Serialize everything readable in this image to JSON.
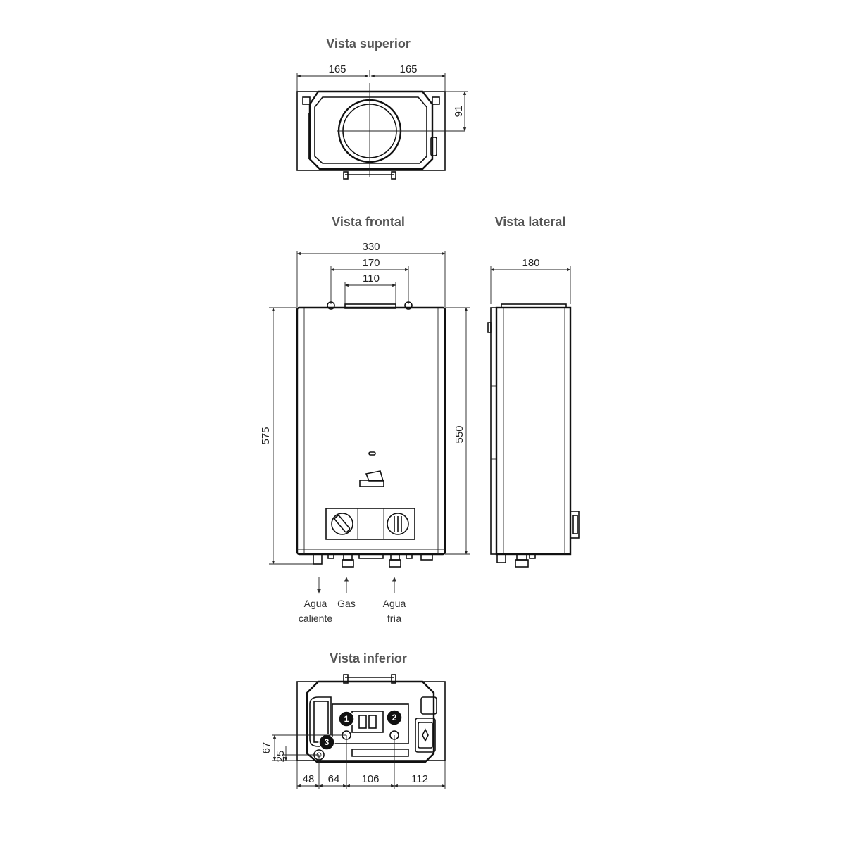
{
  "views": {
    "top": {
      "title": "Vista superior",
      "dims": {
        "left_half": "165",
        "right_half": "165",
        "depth": "91"
      }
    },
    "front": {
      "title": "Vista frontal",
      "dims": {
        "width": "330",
        "inner_width": "170",
        "flue_width": "110",
        "total_height": "575",
        "body_height": "550"
      },
      "connections": {
        "hot_water": [
          "Agua",
          "caliente"
        ],
        "gas": "Gas",
        "cold_water": [
          "Agua",
          "fría"
        ]
      }
    },
    "side": {
      "title": "Vista lateral",
      "dims": {
        "depth": "180"
      }
    },
    "bottom": {
      "title": "Vista inferior",
      "dims": {
        "d48": "48",
        "d64": "64",
        "d106": "106",
        "d112": "112",
        "h67": "67",
        "h25": "25"
      },
      "badges": [
        "1",
        "2",
        "3"
      ]
    }
  },
  "colors": {
    "line": "#111111",
    "title": "#555555",
    "badge": "#111111"
  }
}
